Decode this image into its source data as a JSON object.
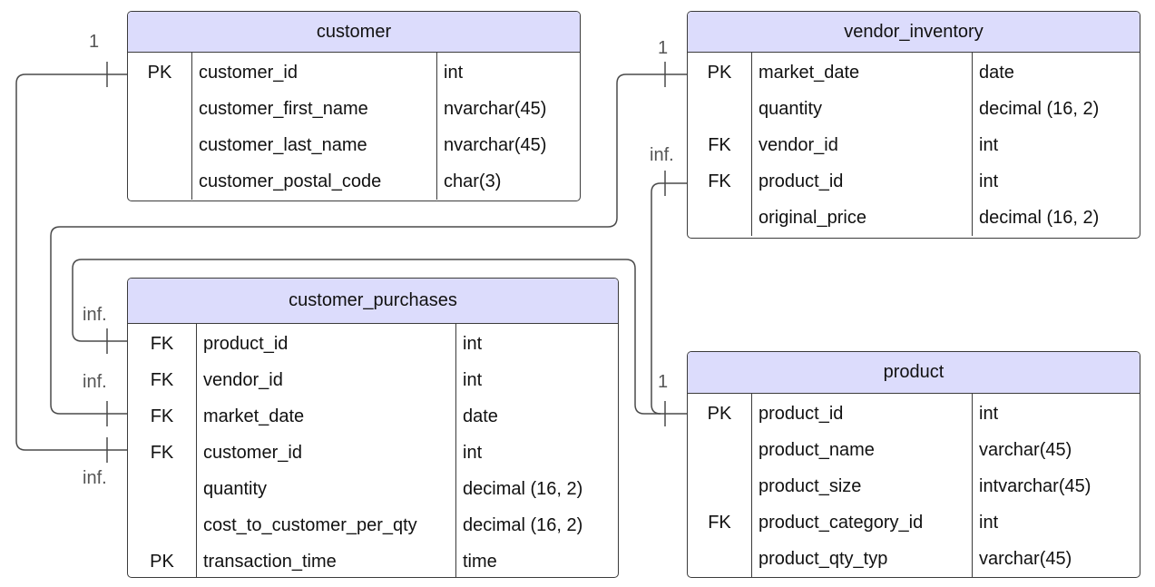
{
  "tables": {
    "customer": {
      "title": "customer",
      "rows": [
        {
          "key": "PK",
          "name": "customer_id",
          "type": "int"
        },
        {
          "key": "",
          "name": "customer_first_name",
          "type": "nvarchar(45)"
        },
        {
          "key": "",
          "name": "customer_last_name",
          "type": "nvarchar(45)"
        },
        {
          "key": "",
          "name": "customer_postal_code",
          "type": "char(3)"
        }
      ]
    },
    "vendor_inventory": {
      "title": "vendor_inventory",
      "rows": [
        {
          "key": "PK",
          "name": "market_date",
          "type": "date"
        },
        {
          "key": "",
          "name": "quantity",
          "type": "decimal (16, 2)"
        },
        {
          "key": "FK",
          "name": "vendor_id",
          "type": "int"
        },
        {
          "key": "FK",
          "name": "product_id",
          "type": "int"
        },
        {
          "key": "",
          "name": "original_price",
          "type": "decimal (16, 2)"
        }
      ]
    },
    "customer_purchases": {
      "title": "customer_purchases",
      "rows": [
        {
          "key": "FK",
          "name": "product_id",
          "type": "int"
        },
        {
          "key": "FK",
          "name": "vendor_id",
          "type": "int"
        },
        {
          "key": "FK",
          "name": "market_date",
          "type": "date"
        },
        {
          "key": "FK",
          "name": "customer_id",
          "type": "int"
        },
        {
          "key": "",
          "name": "quantity",
          "type": "decimal (16, 2)"
        },
        {
          "key": "",
          "name": "cost_to_customer_per_qty",
          "type": "decimal (16, 2)"
        },
        {
          "key": "PK",
          "name": "transaction_time",
          "type": "time"
        }
      ]
    },
    "product": {
      "title": "product",
      "rows": [
        {
          "key": "PK",
          "name": "product_id",
          "type": "int"
        },
        {
          "key": "",
          "name": "product_name",
          "type": "varchar(45)"
        },
        {
          "key": "",
          "name": "product_size",
          "type": "intvarchar(45)"
        },
        {
          "key": "FK",
          "name": "product_category_id",
          "type": "int"
        },
        {
          "key": "",
          "name": "product_qty_typ",
          "type": "varchar(45)"
        }
      ]
    }
  },
  "cardinality": {
    "customer_one": "1",
    "vendor_inventory_one": "1",
    "vendor_inventory_product_many": "inf.",
    "purchases_product_many": "inf.",
    "purchases_market_many": "inf.",
    "purchases_customer_many": "inf.",
    "product_one": "1"
  },
  "colors": {
    "header_fill": "#dcdcfc",
    "border": "#3b3b3b",
    "connector": "#4a4a4a",
    "cardinality_text": "#555555"
  }
}
